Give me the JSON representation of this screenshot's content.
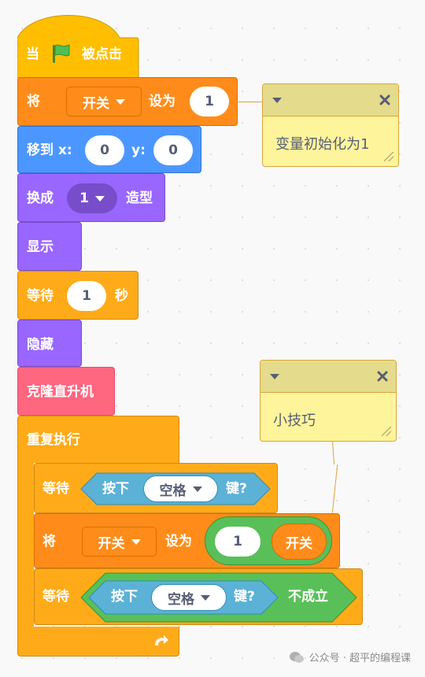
{
  "colors": {
    "events": "#ffbf00",
    "variables": "#ff8c1a",
    "motion": "#4c97ff",
    "looks": "#9966ff",
    "control": "#ffab19",
    "sensing": "#5cb1d6",
    "operators": "#59c059",
    "custom": "#ff6680",
    "note": "#fef49c"
  },
  "blocks": {
    "when_flag": {
      "before": "当",
      "icon": "green-flag-icon",
      "after": "被点击"
    },
    "set_var": {
      "label": "将",
      "variable": "开关",
      "to": "设为",
      "value": "1"
    },
    "goto_xy": {
      "label": "移到 x:",
      "x": "0",
      "y_label": "y:",
      "y": "0"
    },
    "switch_costume": {
      "label": "换成",
      "costume": "1",
      "suffix": "造型"
    },
    "show": {
      "label": "显示"
    },
    "wait1": {
      "label": "等待",
      "value": "1",
      "unit": "秒"
    },
    "hide": {
      "label": "隐藏"
    },
    "clone": {
      "label": "克隆直升机"
    },
    "repeat": {
      "label": "重复执行",
      "loop_icon": "loop-arrow-icon"
    },
    "wait_until_pressed": {
      "label": "等待",
      "pressed": "按下",
      "key": "空格",
      "key_suffix": "键?"
    },
    "set_toggle": {
      "label": "将",
      "variable": "开关",
      "to": "设为",
      "one": "1",
      "minus": "-",
      "var_ref": "开关"
    },
    "wait_until_not": {
      "label": "等待",
      "pressed": "按下",
      "key": "空格",
      "key_suffix": "键?",
      "not": "不成立"
    }
  },
  "notes": [
    {
      "text": "变量初始化为1"
    },
    {
      "text": "小技巧"
    }
  ],
  "watermark": {
    "icon": "wechat-icon",
    "text": "公众号 · 超平的编程课"
  }
}
